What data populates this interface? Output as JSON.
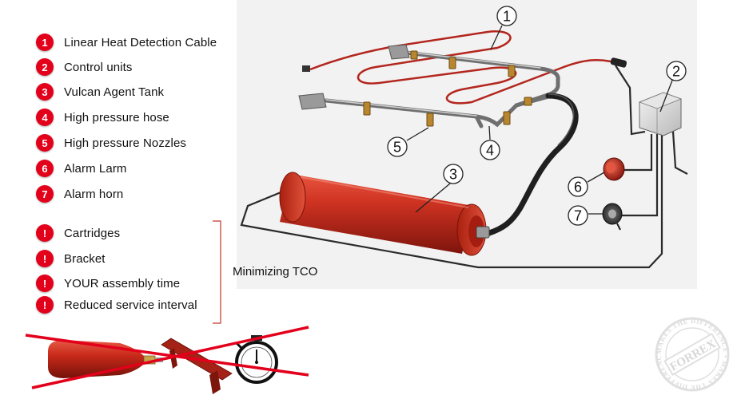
{
  "components": [
    {
      "num": "1",
      "label": "Linear Heat Detection Cable"
    },
    {
      "num": "2",
      "label": "Control units"
    },
    {
      "num": "3",
      "label": "Vulcan Agent Tank"
    },
    {
      "num": "4",
      "label": "High pressure hose"
    },
    {
      "num": "5",
      "label": "High pressure Nozzles"
    },
    {
      "num": "6",
      "label": "Alarm Larm"
    },
    {
      "num": "7",
      "label": "Alarm horn"
    }
  ],
  "tco_items": [
    {
      "mark": "!",
      "label": "Cartridges"
    },
    {
      "mark": "!",
      "label": "Bracket"
    },
    {
      "mark": "!",
      "label": "YOUR assembly time"
    },
    {
      "mark": "!",
      "label": "Reduced service interval"
    }
  ],
  "tco_label": "Minimizing TCO",
  "callouts": [
    "1",
    "2",
    "3",
    "4",
    "5",
    "6",
    "7"
  ],
  "stamp": {
    "brand": "FORREX",
    "ring_text": "MAKES THE DIFFERENCE • MAKES THE DIFFERENCE •"
  },
  "colors": {
    "accent_red": "#e3001b",
    "tank_red": "#c4281d",
    "cable_red": "#b3261e",
    "stamp_gray": "#c8c8c8"
  }
}
